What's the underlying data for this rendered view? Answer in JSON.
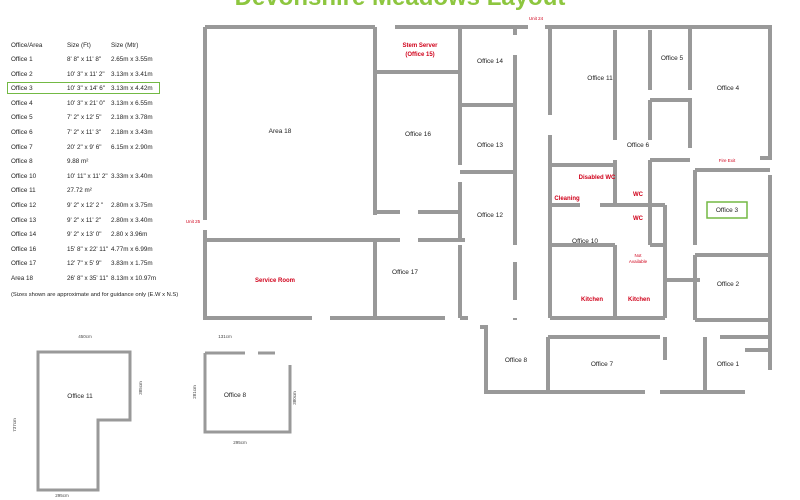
{
  "title": "Devonshire Meadows Layout",
  "table": {
    "headers": [
      "Office/Area",
      "Size (Ft)",
      "Size (Mtr)"
    ],
    "rows": [
      [
        "Office 1",
        "8' 8\" x 11' 8\"",
        "2.65m x 3.55m"
      ],
      [
        "Office 2",
        "10' 3\" x 11' 2\"",
        "3.13m x 3.41m"
      ],
      [
        "Office 3",
        "10' 3\" x 14' 6\"",
        "3.13m x 4.42m"
      ],
      [
        "Office 4",
        "10' 3\" x 21' 0\"",
        "3.13m x 6.55m"
      ],
      [
        "Office 5",
        "7' 2\" x 12' 5\"",
        "2.18m x 3.78m"
      ],
      [
        "Office 6",
        "7' 2\" x 11' 3\"",
        "2.18m x 3.43m"
      ],
      [
        "Office 7",
        "20' 2\" x 9' 6\"",
        "6.15m x 2.90m"
      ],
      [
        "Office 8",
        "9.88 m²",
        ""
      ],
      [
        "Office 10",
        "10' 11\" x 11' 2\"",
        "3.33m x 3.40m"
      ],
      [
        "Office 11",
        "27.72 m²",
        ""
      ],
      [
        "Office 12",
        "9' 2\" x 12' 2 \"",
        "2.80m x 3.75m"
      ],
      [
        "Office 13",
        "9' 2\" x 11' 2\"",
        "2.80m x 3.40m"
      ],
      [
        "Office 14",
        "9' 2\" x 13' 0\"",
        "2.80 x 3.96m"
      ],
      [
        "Office 16",
        "15' 8\" x 22' 11\"",
        "4.77m x 6.99m"
      ],
      [
        "Office 17",
        "12' 7\" x 5' 9\"",
        "3.83m x 1.75m"
      ],
      [
        "Area 18",
        "26' 8\" x 35' 11\"",
        "8.13m x 10.97m"
      ]
    ],
    "highlighted": "Office 3",
    "note": "(Sizes shown are approximate and for guidance only (E.W x N.S)"
  },
  "plan": {
    "rooms": {
      "area18": "Area 18",
      "office16": "Office 16",
      "stem": [
        "Stem Server",
        "(Office 15)"
      ],
      "office14": "Office 14",
      "office13": "Office 13",
      "office12": "Office 12",
      "office11": "Office 11",
      "office5": "Office 5",
      "office4": "Office 4",
      "office6": "Office 6",
      "disabled_wc": "Disabled WC",
      "cleaning": "Cleaning",
      "wc1": "WC",
      "wc2": "WC",
      "office10": "Office 10",
      "not_available": [
        "Not",
        "Available"
      ],
      "kitchen1": "Kitchen",
      "kitchen2": "Kitchen",
      "office3": "Office 3",
      "office2": "Office 2",
      "office1": "Office 1",
      "office7": "Office 7",
      "office8": "Office 8",
      "office17": "Office 17",
      "service": "Service Room"
    },
    "labels": {
      "unit24": "Unit 24",
      "unit25": "Unit 25",
      "fire_exit": "Fire Exit"
    }
  },
  "detail11": {
    "label": "Office 11",
    "dim_top": "450cm",
    "dim_left": "737cm",
    "dim_right": "385cm",
    "dim_bottom": "295cm"
  },
  "detail8": {
    "label": "Office 8",
    "dim_top": "131cm",
    "dim_left": "281cm",
    "dim_right": "380cm",
    "dim_bottom": "295cm"
  },
  "colors": {
    "title": "#8dc63f",
    "highlight": "#73b944",
    "wall": "#999999",
    "red_label": "#d0021b"
  }
}
